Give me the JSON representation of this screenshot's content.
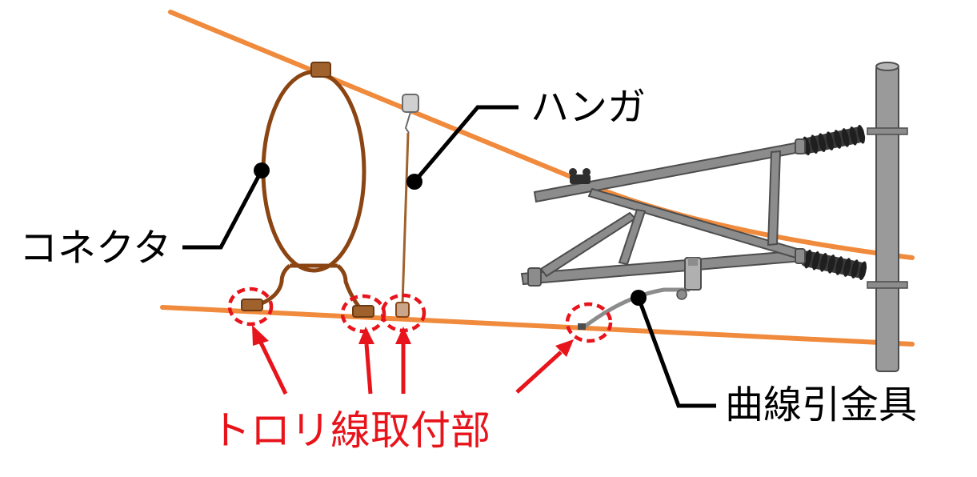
{
  "labels": {
    "connector": "コネクタ",
    "hanger": "ハンガ",
    "curve_pull_fitting": "曲線引金具",
    "trolley_attachment": "トロリ線取付部"
  },
  "colors": {
    "wire": "#f08a3c",
    "connector": "#8b4513",
    "fitting": "#a0622d",
    "steel": "#8c8c8c",
    "steel_dark": "#4d4d4d",
    "leader": "#000000",
    "highlight": "#e8141b"
  }
}
